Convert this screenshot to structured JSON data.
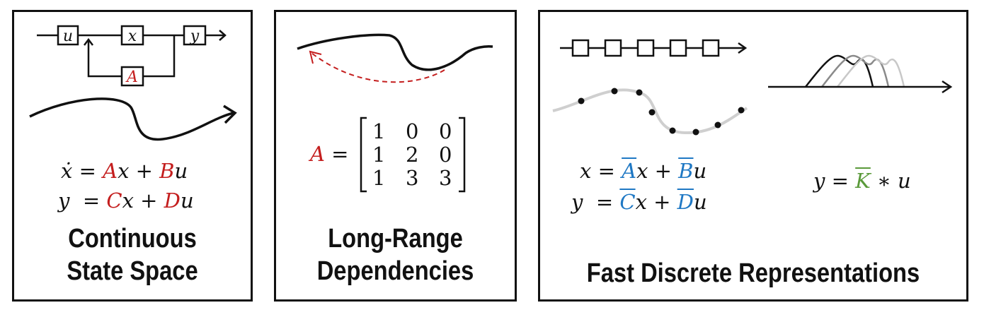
{
  "panels": [
    {
      "title_line1": "Continuous",
      "title_line2": "State Space",
      "block_u": "u",
      "block_x": "x",
      "block_y": "y",
      "block_A": "A",
      "eq1": {
        "lhs": "ẋ",
        "eq": " = ",
        "c1": "A",
        "v1": "x",
        "plus": " + ",
        "c2": "B",
        "v2": "u"
      },
      "eq2": {
        "lhs": "y",
        "eq": "  = ",
        "c1": "C",
        "v1": "x",
        "plus": " + ",
        "c2": "D",
        "v2": "u"
      }
    },
    {
      "title_line1": "Long-Range",
      "title_line2": "Dependencies",
      "matrix_name": "A",
      "matrix_eq": " =",
      "matrix_rows": [
        [
          "1",
          "0",
          "0"
        ],
        [
          "1",
          "2",
          "0"
        ],
        [
          "1",
          "3",
          "3"
        ]
      ]
    },
    {
      "title": "Fast Discrete Representations",
      "eq1": {
        "lhs": "x",
        "eq": " = ",
        "c1": "A",
        "v1": "x",
        "plus": " + ",
        "c2": "B",
        "v2": "u"
      },
      "eq2": {
        "lhs": "y",
        "eq": "  = ",
        "c1": "C",
        "v1": "x",
        "plus": " + ",
        "c2": "D",
        "v2": "u"
      },
      "eq3": {
        "lhs": "y",
        "eq": " = ",
        "k": "K",
        "op": " ∗ ",
        "v": "u"
      }
    }
  ],
  "colors": {
    "red": "#c41e1e",
    "blue": "#1f78c4",
    "green": "#5a9a3a"
  }
}
